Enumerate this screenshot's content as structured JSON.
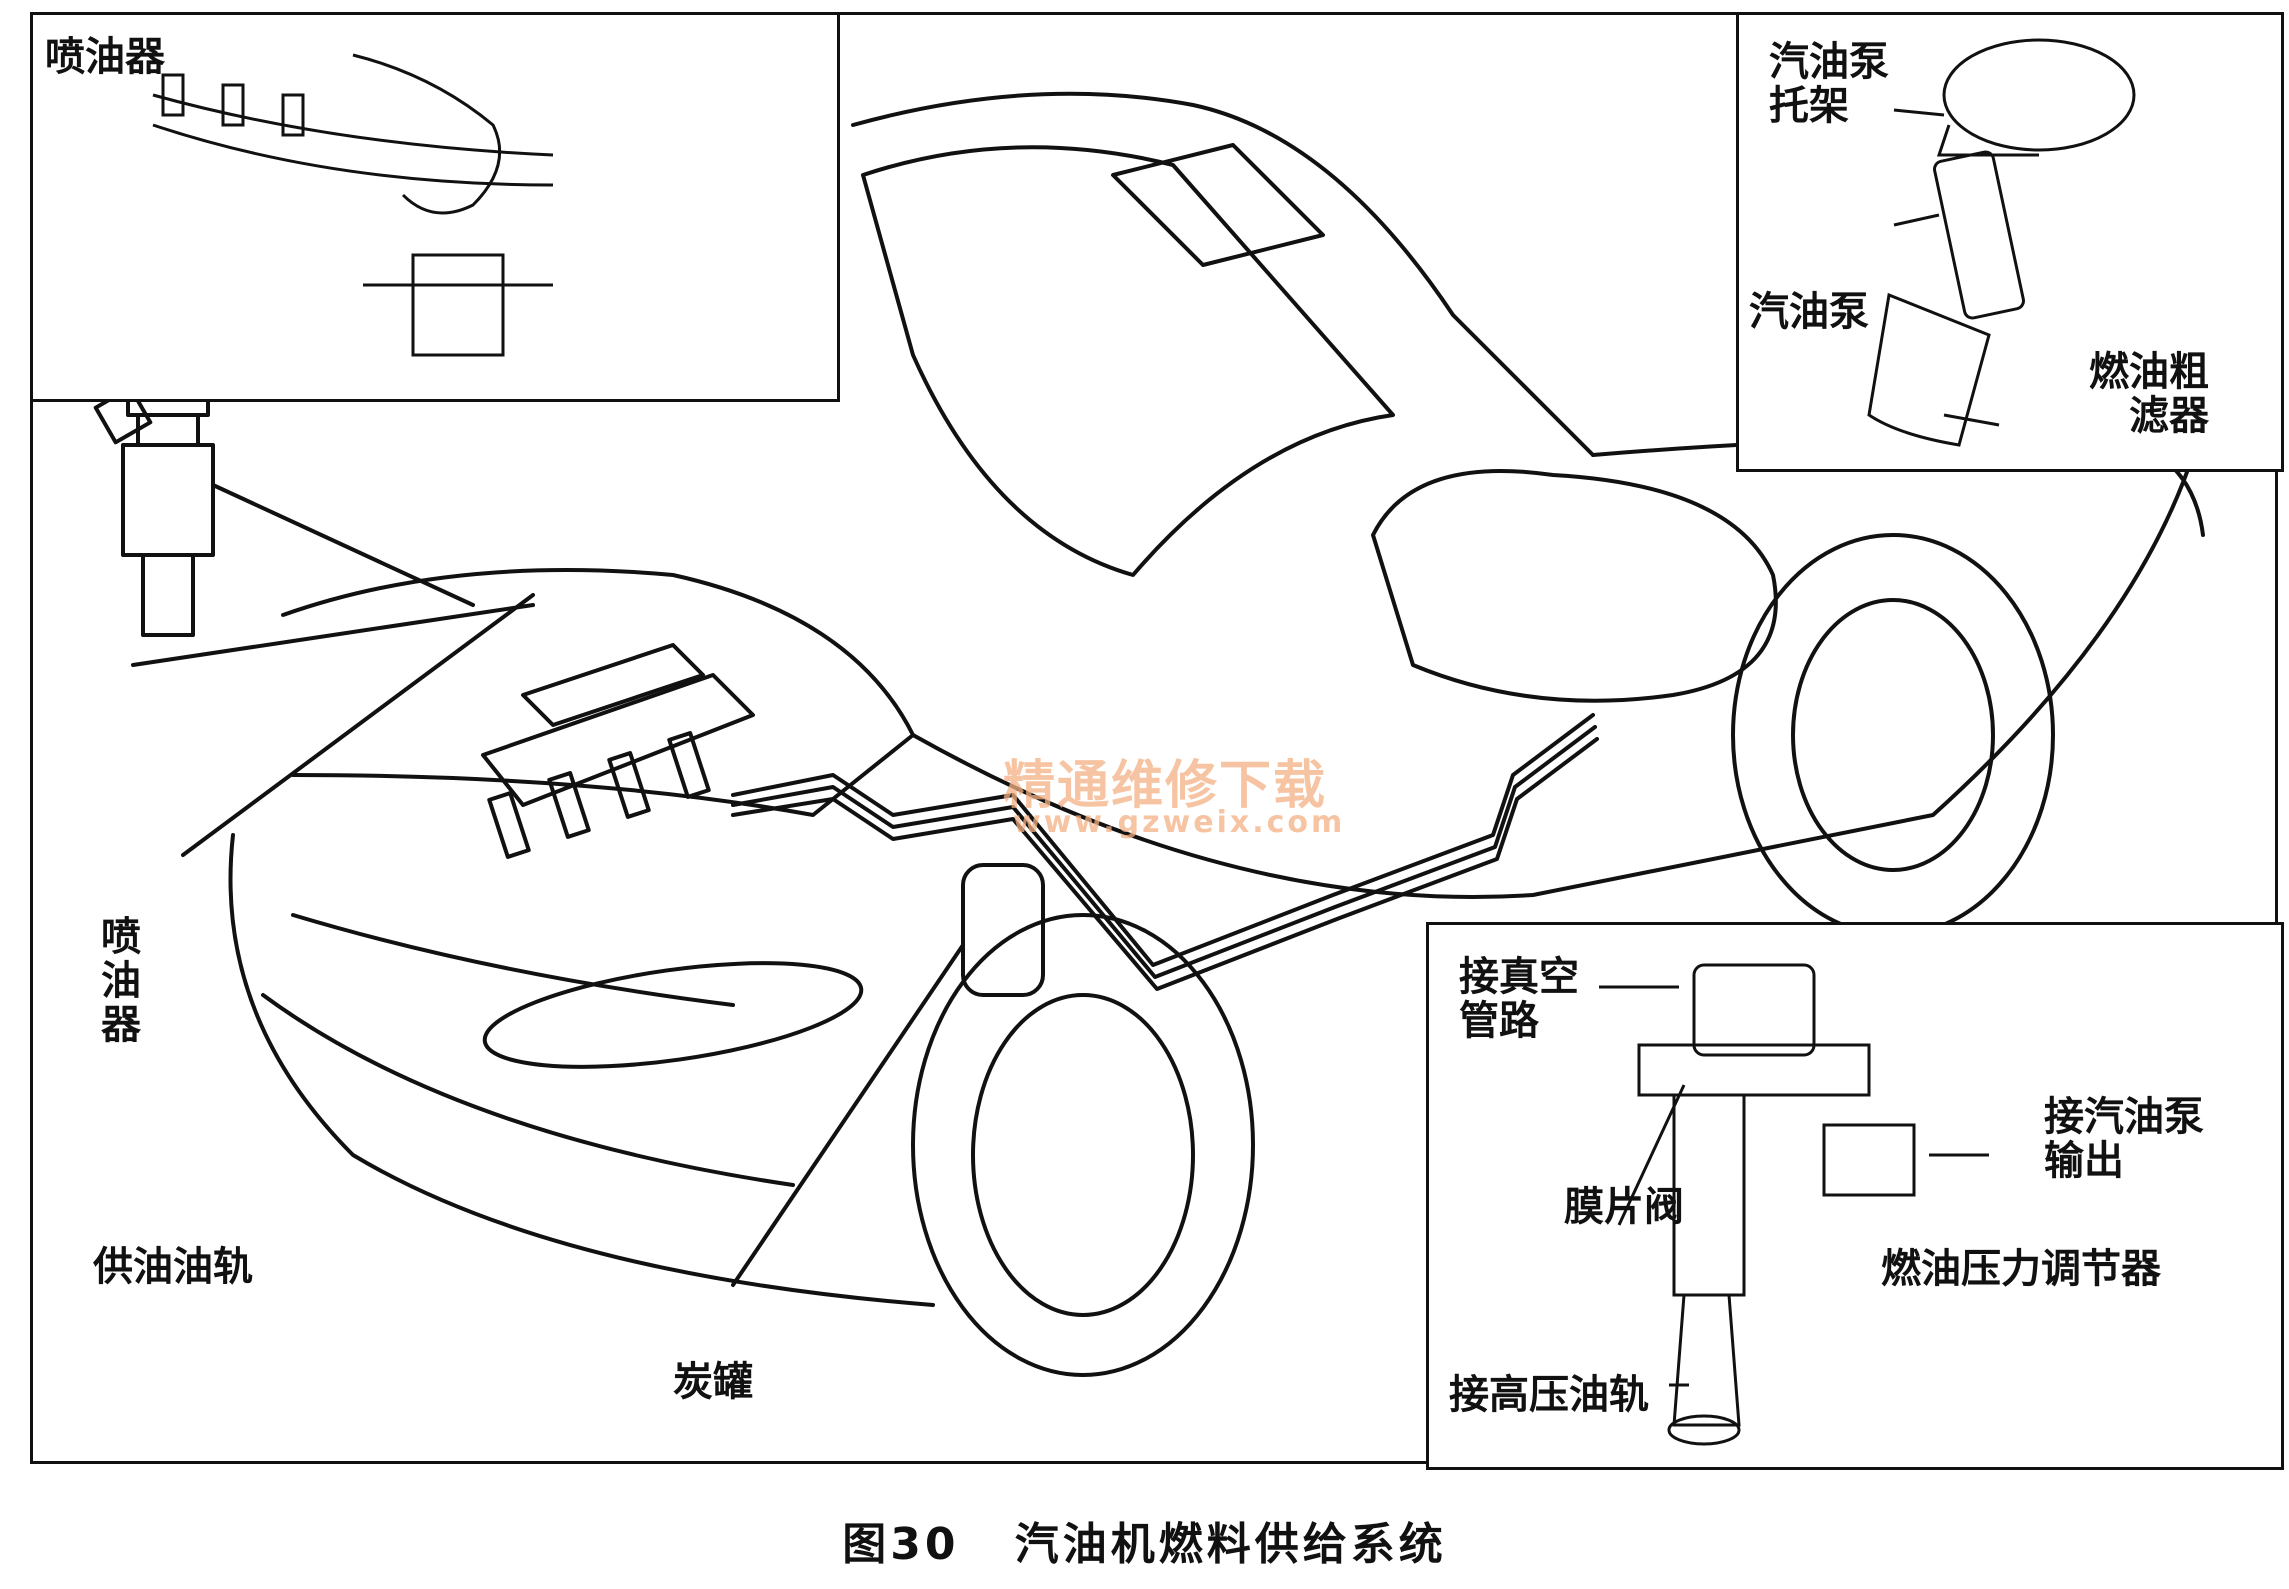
{
  "labels": {
    "inset_injector_title": "喷油器",
    "pump_bracket": "汽油泵托架",
    "fuel_pump": "汽油泵",
    "fuel_strainer": "燃油粗滤器",
    "injector": "喷油器",
    "fuel_rail": "供油油轨",
    "canister": "炭罐",
    "vacuum_line": "接真空管路",
    "diaphragm_valve": "膜片阀",
    "pump_output": "接汽油泵输出",
    "pressure_regulator": "燃油压力调节器",
    "high_pressure_rail": "接高压油轨"
  },
  "watermark": {
    "cn": "精通维修下载",
    "url": "www.gzweix.com"
  },
  "caption": {
    "number": "图30",
    "title": "汽油机燃料供给系统"
  }
}
